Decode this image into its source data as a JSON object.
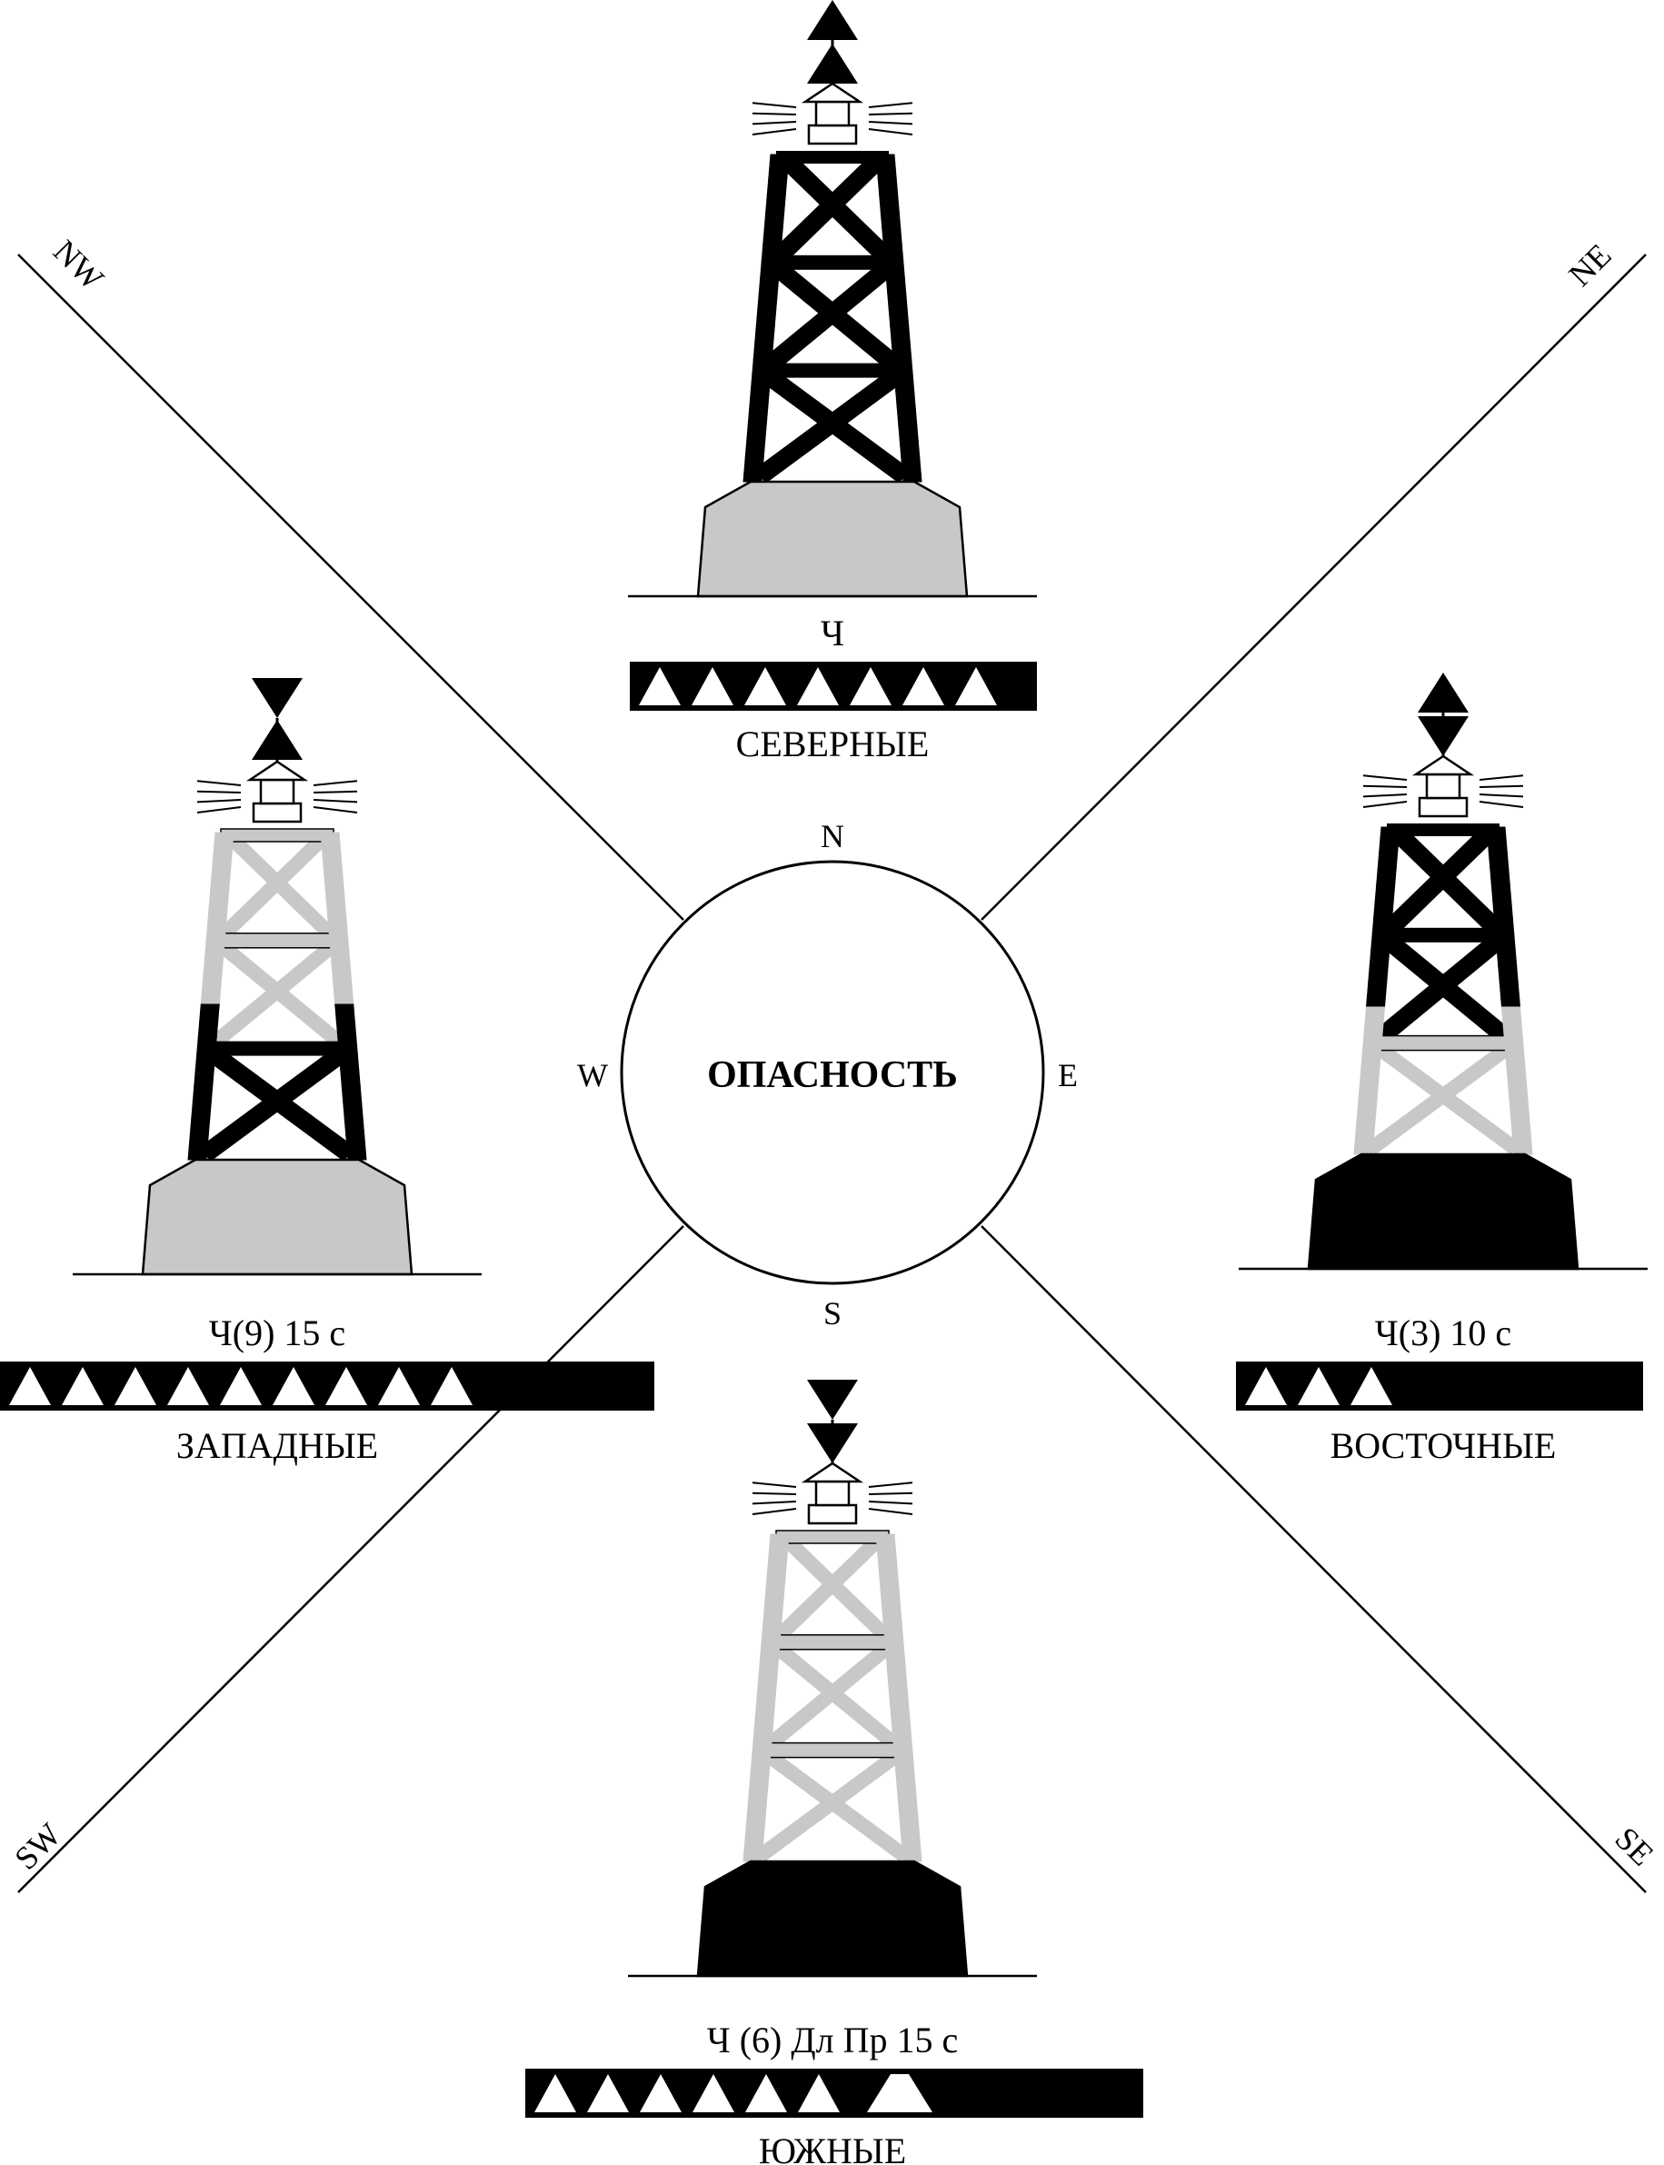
{
  "center_label": "ОПАСНОСТЬ",
  "compass": {
    "n": "N",
    "s": "S",
    "e": "E",
    "w": "W"
  },
  "directions": {
    "nw": "NW",
    "ne": "NE",
    "sw": "SW",
    "se": "SE"
  },
  "colors": {
    "black": "#000000",
    "gray": "#c8c8c8",
    "white": "#ffffff"
  },
  "marks": {
    "north": {
      "rhythm": "Ч",
      "title": "СЕВЕРНЫЕ",
      "flashes": 7,
      "long_flashes": 0,
      "topmark": "two-cones-points-up"
    },
    "east": {
      "rhythm": "Ч(3) 10 с",
      "title": "ВОСТОЧНЫЕ",
      "flashes": 3,
      "long_flashes": 0,
      "topmark": "two-cones-base-to-base"
    },
    "south": {
      "rhythm": "Ч (6) Дл Пр 15 с",
      "title": "ЮЖНЫЕ",
      "flashes": 6,
      "long_flashes": 1,
      "topmark": "two-cones-points-down"
    },
    "west": {
      "rhythm": "Ч(9) 15 с",
      "title": "ЗАПАДНЫЕ",
      "flashes": 9,
      "long_flashes": 0,
      "topmark": "two-cones-point-to-point"
    }
  }
}
